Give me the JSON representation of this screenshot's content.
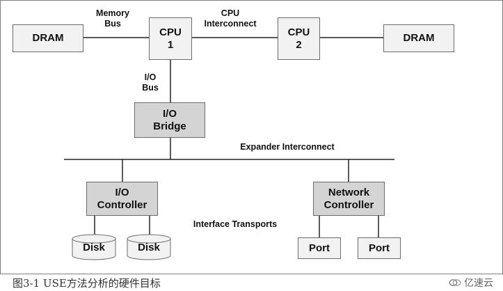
{
  "diagram": {
    "nodes": {
      "dram_left": "DRAM",
      "cpu1": "CPU\n1",
      "cpu2": "CPU\n2",
      "dram_right": "DRAM",
      "io_bridge": "I/O\nBridge",
      "io_controller": "I/O\nController",
      "network_controller": "Network\nController",
      "disk1": "Disk",
      "disk2": "Disk",
      "port1": "Port",
      "port2": "Port"
    },
    "labels": {
      "memory_bus": "Memory\nBus",
      "cpu_interconnect": "CPU\nInterconnect",
      "io_bus": "I/O\nBus",
      "expander_interconnect": "Expander Interconnect",
      "interface_transports": "Interface Transports"
    }
  },
  "caption": "图3-1 USE方法分析的硬件目标",
  "watermark": "亿速云"
}
